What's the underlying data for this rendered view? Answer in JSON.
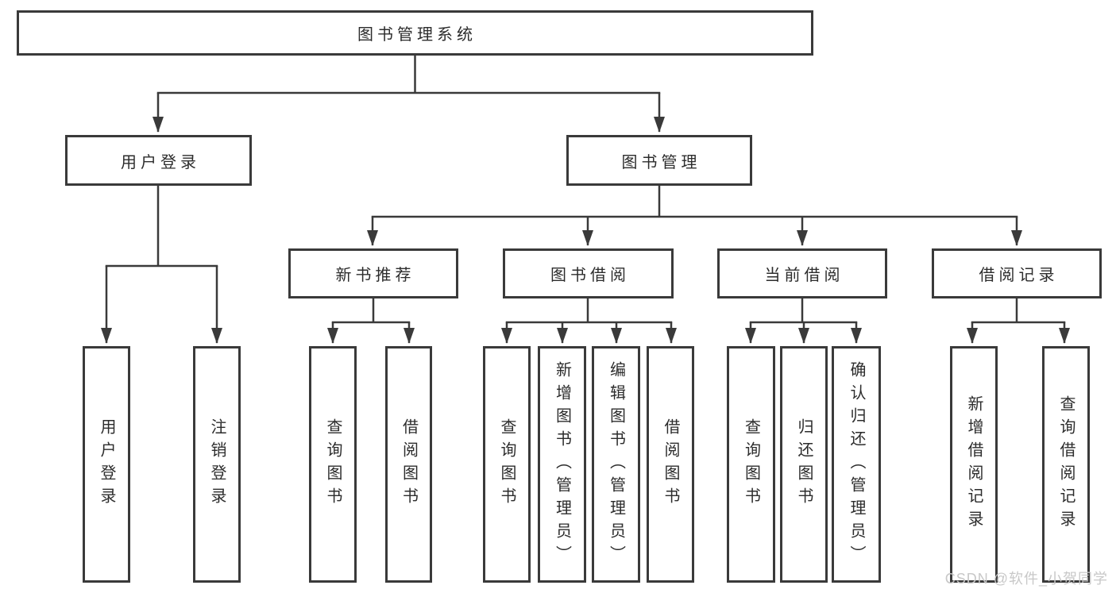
{
  "tree": {
    "root": {
      "label": "图书管理系统",
      "children": [
        {
          "label": "用户登录",
          "children": [
            {
              "label": "用户登录"
            },
            {
              "label": "注销登录"
            }
          ]
        },
        {
          "label": "图书管理",
          "children": [
            {
              "label": "新书推荐",
              "children": [
                {
                  "label": "查询图书"
                },
                {
                  "label": "借阅图书"
                }
              ]
            },
            {
              "label": "图书借阅",
              "children": [
                {
                  "label": "查询图书"
                },
                {
                  "label": "新增图书（管理员）"
                },
                {
                  "label": "编辑图书（管理员）"
                },
                {
                  "label": "借阅图书"
                }
              ]
            },
            {
              "label": "当前借阅",
              "children": [
                {
                  "label": "查询图书"
                },
                {
                  "label": "归还图书"
                },
                {
                  "label": "确认归还（管理员）"
                }
              ]
            },
            {
              "label": "借阅记录",
              "children": [
                {
                  "label": "新增借阅记录"
                },
                {
                  "label": "查询借阅记录"
                }
              ]
            }
          ]
        }
      ]
    }
  },
  "watermark": "CSDN @软件_小贺同学",
  "colors": {
    "line": "#3a3a3a",
    "box_border": "#3a3a3a",
    "box_fill": "#ffffff",
    "text": "#2c2c2c",
    "watermark": "#c8c8c8",
    "background": "#ffffff"
  }
}
